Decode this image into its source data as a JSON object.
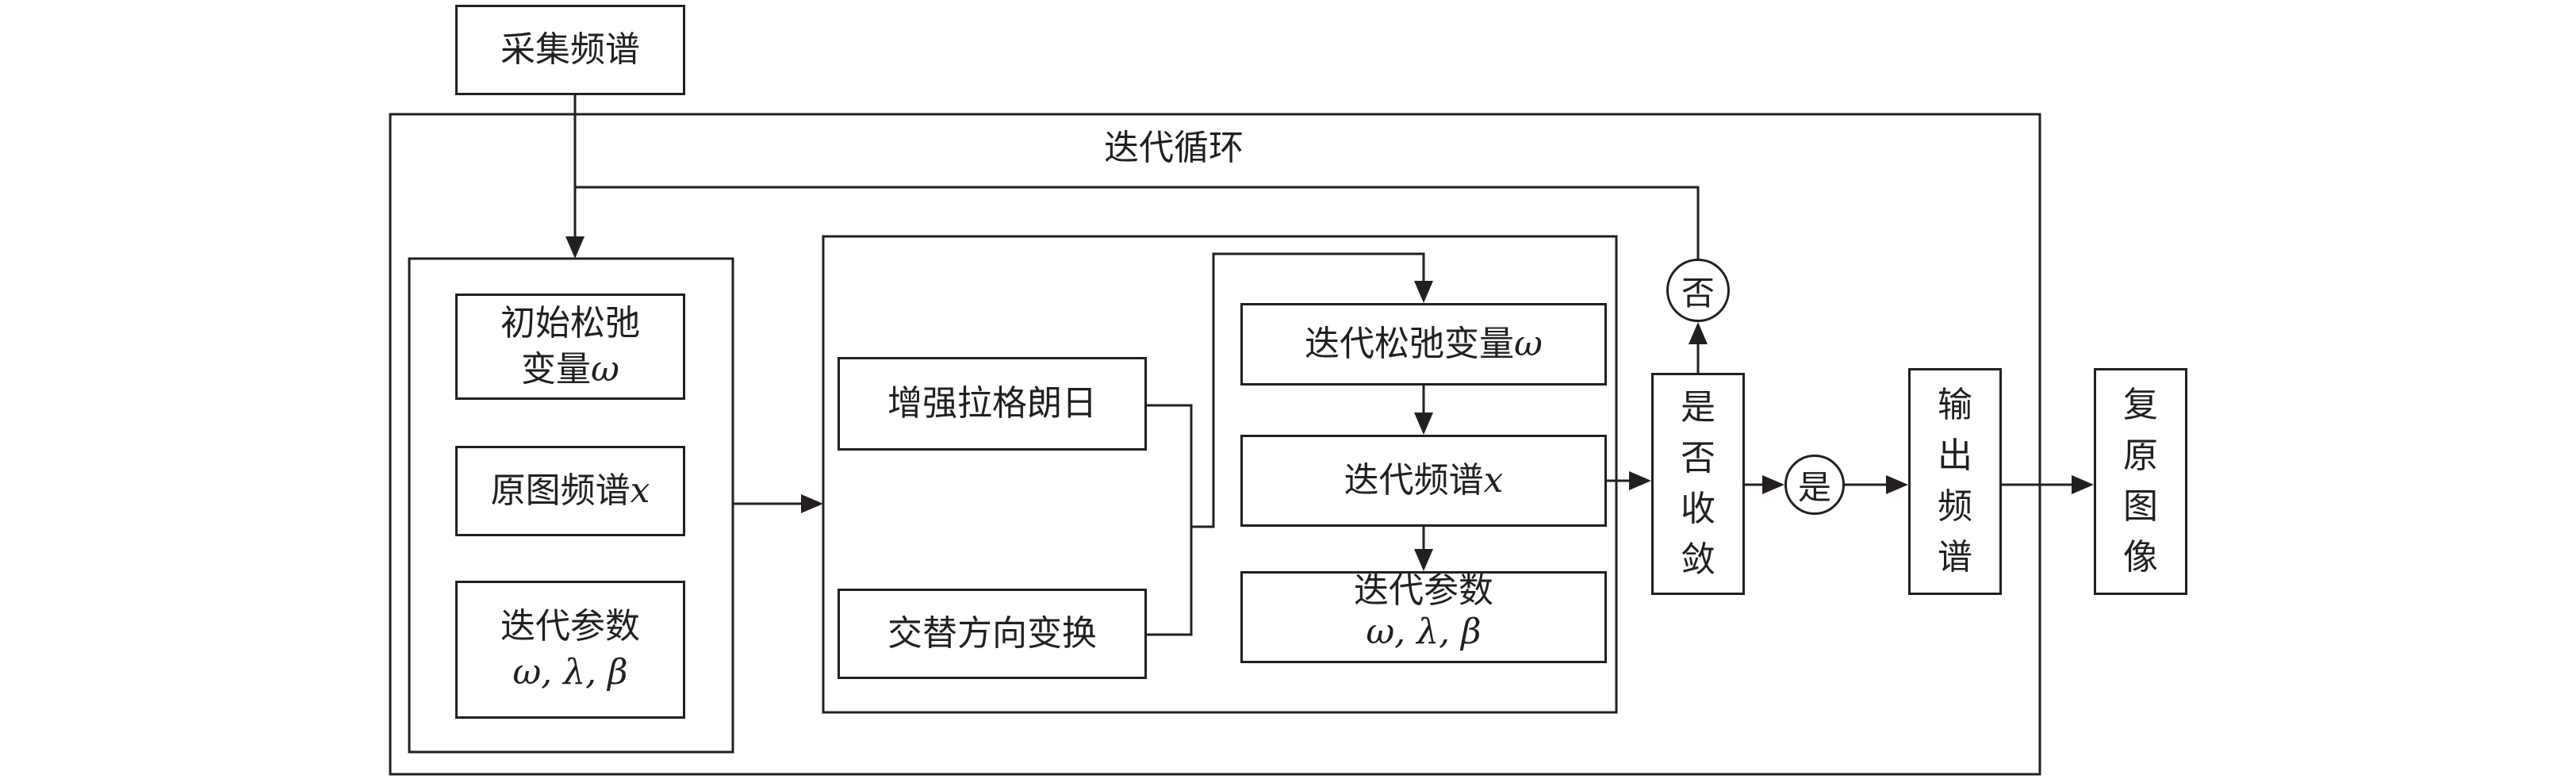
{
  "collect_spectrum": "采集频谱",
  "loop_title": "迭代循环",
  "left_group": {
    "init_relax_line1": "初始松弛",
    "init_relax_line2": "变量",
    "init_relax_sym": "ω",
    "orig_spectrum": "原图频谱",
    "orig_spectrum_sym": "x",
    "iter_params": "迭代参数",
    "iter_params_sym": "ω, λ, β"
  },
  "middle_group": {
    "augmented_lagrangian": "增强拉格朗日",
    "admm": "交替方向变换",
    "iter_relax": "迭代松弛变量",
    "iter_relax_sym": "ω",
    "iter_spectrum": "迭代频谱",
    "iter_spectrum_sym": "x",
    "iter_params": "迭代参数",
    "iter_params_sym": "ω, λ, β"
  },
  "converge_check": [
    "是",
    "否",
    "收",
    "敛"
  ],
  "no_label": "否",
  "yes_label": "是",
  "output_spectrum": [
    "输",
    "出",
    "频",
    "谱"
  ],
  "restored_image": [
    "复",
    "原",
    "图",
    "像"
  ]
}
